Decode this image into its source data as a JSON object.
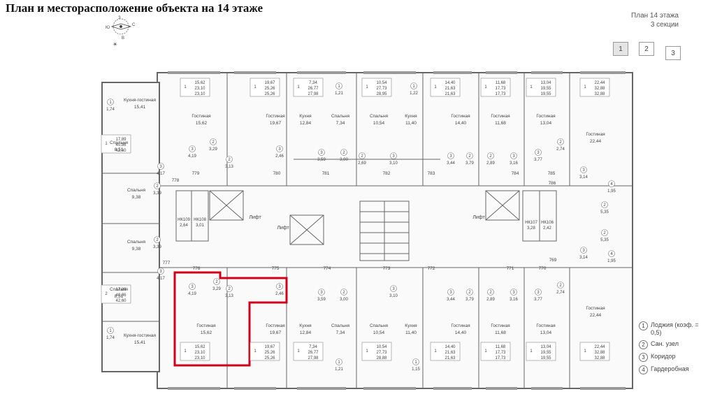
{
  "page_title": "План и месторасположение объекта на 14 этаже",
  "compass": {
    "north": "С",
    "south": "Ю",
    "east": "В",
    "west": "З",
    "icon": "compass-icon"
  },
  "plan_info": {
    "floor": "План 14 этажа",
    "sections": "3 секции"
  },
  "section_tabs": [
    {
      "label": "3",
      "active": true
    },
    {
      "label": "2",
      "active": false
    },
    {
      "label": "1",
      "active": false
    }
  ],
  "legend": [
    {
      "num": "1",
      "text": "Лоджия (коэф. = 0,5)"
    },
    {
      "num": "2",
      "text": "Сан. узел"
    },
    {
      "num": "3",
      "text": "Коридор"
    },
    {
      "num": "4",
      "text": "Гардеробная"
    }
  ],
  "highlight_color": "#d0021b",
  "common": {
    "lift": "Лифт",
    "hk": [
      {
        "name": "НК109",
        "area": "2,64"
      },
      {
        "name": "НК108",
        "area": "3,01"
      },
      {
        "name": "НК107",
        "area": "3,28"
      },
      {
        "name": "НК106",
        "area": "2,42"
      }
    ]
  },
  "apartments_top": [
    {
      "rooms": "1",
      "areas": [
        "17,89",
        "40,86",
        "42,60"
      ],
      "number": "778"
    },
    {
      "rooms": "1",
      "areas": [
        "15,62",
        "23,10",
        "23,10"
      ],
      "number": "779"
    },
    {
      "rooms": "1",
      "areas": [
        "19,67",
        "25,26",
        "25,26"
      ],
      "number": "780"
    },
    {
      "rooms": "1",
      "areas": [
        "7,34",
        "26,77",
        "27,98"
      ],
      "number": "781"
    },
    {
      "rooms": "1",
      "areas": [
        "10,54",
        "27,73",
        "28,95"
      ],
      "number": "782"
    },
    {
      "rooms": "1",
      "areas": [
        "14,40",
        "21,63",
        "21,63"
      ],
      "number": "783"
    },
    {
      "rooms": "1",
      "areas": [
        "11,68",
        "17,73",
        "17,73"
      ],
      "number": "784"
    },
    {
      "rooms": "1",
      "areas": [
        "13,04",
        "19,55",
        "19,55"
      ],
      "number": "785"
    },
    {
      "rooms": "1",
      "areas": [
        "22,44",
        "32,88",
        "32,88"
      ],
      "number": "786"
    }
  ],
  "apartments_bottom": [
    {
      "rooms": "2",
      "areas": [
        "17,89",
        "40,86",
        "42,60"
      ],
      "number": "777"
    },
    {
      "rooms": "1",
      "areas": [
        "15,62",
        "23,10",
        "23,10"
      ],
      "number": "776"
    },
    {
      "rooms": "1",
      "areas": [
        "19,67",
        "25,26",
        "25,26"
      ],
      "number": "775"
    },
    {
      "rooms": "1",
      "areas": [
        "7,34",
        "26,77",
        "27,98"
      ],
      "number": "774"
    },
    {
      "rooms": "1",
      "areas": [
        "10,54",
        "27,73",
        "28,88"
      ],
      "number": "773"
    },
    {
      "rooms": "1",
      "areas": [
        "14,40",
        "21,63",
        "21,63"
      ],
      "number": "772"
    },
    {
      "rooms": "1",
      "areas": [
        "11,68",
        "17,73",
        "17,73"
      ],
      "number": "771"
    },
    {
      "rooms": "1",
      "areas": [
        "13,04",
        "19,55",
        "19,55"
      ],
      "number": "770"
    },
    {
      "rooms": "1",
      "areas": [
        "22,44",
        "32,88",
        "32,88"
      ],
      "number": "769"
    }
  ],
  "rooms_top": [
    {
      "name": "Кухня-гостиная",
      "area": "15,41"
    },
    {
      "name": "Спальня",
      "area": "8,51"
    },
    {
      "name": "Спальня",
      "area": "9,38"
    },
    {
      "name": "Гостиная",
      "area": "15,62"
    },
    {
      "name": "Гостиная",
      "area": "19,67"
    },
    {
      "name": "Кухня",
      "area": "12,84"
    },
    {
      "name": "Спальня",
      "area": "7,34"
    },
    {
      "name": "Спальня",
      "area": "10,54"
    },
    {
      "name": "Кухня",
      "area": "11,40"
    },
    {
      "name": "Гостиная",
      "area": "14,40"
    },
    {
      "name": "Гостиная",
      "area": "11,68"
    },
    {
      "name": "Гостиная",
      "area": "13,04"
    },
    {
      "name": "Гостиная",
      "area": "22,44"
    }
  ],
  "rooms_bottom": [
    {
      "name": "Спальня",
      "area": "9,38"
    },
    {
      "name": "Спальня",
      "area": "8,51"
    },
    {
      "name": "Кухня-гостиная",
      "area": "15,41"
    },
    {
      "name": "Гостиная",
      "area": "15,62"
    },
    {
      "name": "Гостиная",
      "area": "19,67"
    },
    {
      "name": "Кухня",
      "area": "12,84"
    },
    {
      "name": "Спальня",
      "area": "7,34"
    },
    {
      "name": "Спальня",
      "area": "10,54"
    },
    {
      "name": "Кухня",
      "area": "11,40"
    },
    {
      "name": "Гостиная",
      "area": "14,40"
    },
    {
      "name": "Гостиная",
      "area": "11,68"
    },
    {
      "name": "Гостиная",
      "area": "13,04"
    },
    {
      "name": "Гостиная",
      "area": "22,44"
    }
  ],
  "markers_top": [
    {
      "n": "1",
      "v": "1,74"
    },
    {
      "n": "3",
      "v": "4,17"
    },
    {
      "n": "2",
      "v": "3,39"
    },
    {
      "n": "3",
      "v": "4,19"
    },
    {
      "n": "2",
      "v": "3,29"
    },
    {
      "n": "2",
      "v": "3,13"
    },
    {
      "n": "3",
      "v": "2,46"
    },
    {
      "n": "1",
      "v": "1,21"
    },
    {
      "n": "3",
      "v": "3,59"
    },
    {
      "n": "2",
      "v": "3,00"
    },
    {
      "n": "2",
      "v": "2,69"
    },
    {
      "n": "3",
      "v": "3,10"
    },
    {
      "n": "1",
      "v": "1,22"
    },
    {
      "n": "3",
      "v": "3,44"
    },
    {
      "n": "2",
      "v": "3,79"
    },
    {
      "n": "2",
      "v": "2,89"
    },
    {
      "n": "3",
      "v": "3,16"
    },
    {
      "n": "3",
      "v": "3,77"
    },
    {
      "n": "2",
      "v": "2,74"
    },
    {
      "n": "3",
      "v": "3,14"
    },
    {
      "n": "4",
      "v": "1,95"
    },
    {
      "n": "2",
      "v": "5,35"
    }
  ],
  "markers_bottom": [
    {
      "n": "2",
      "v": "3,39"
    },
    {
      "n": "3",
      "v": "4,17"
    },
    {
      "n": "1",
      "v": "1,74"
    },
    {
      "n": "3",
      "v": "4,19"
    },
    {
      "n": "2",
      "v": "3,29"
    },
    {
      "n": "2",
      "v": "3,13"
    },
    {
      "n": "3",
      "v": "2,46"
    },
    {
      "n": "1",
      "v": "1,21"
    },
    {
      "n": "3",
      "v": "3,59"
    },
    {
      "n": "2",
      "v": "3,00"
    },
    {
      "n": "3",
      "v": "3,10"
    },
    {
      "n": "1",
      "v": "1,15"
    },
    {
      "n": "3",
      "v": "3,44"
    },
    {
      "n": "2",
      "v": "3,79"
    },
    {
      "n": "2",
      "v": "2,89"
    },
    {
      "n": "3",
      "v": "3,16"
    },
    {
      "n": "3",
      "v": "3,77"
    },
    {
      "n": "2",
      "v": "2,74"
    },
    {
      "n": "3",
      "v": "3,14"
    },
    {
      "n": "4",
      "v": "1,95"
    },
    {
      "n": "2",
      "v": "5,35"
    }
  ]
}
